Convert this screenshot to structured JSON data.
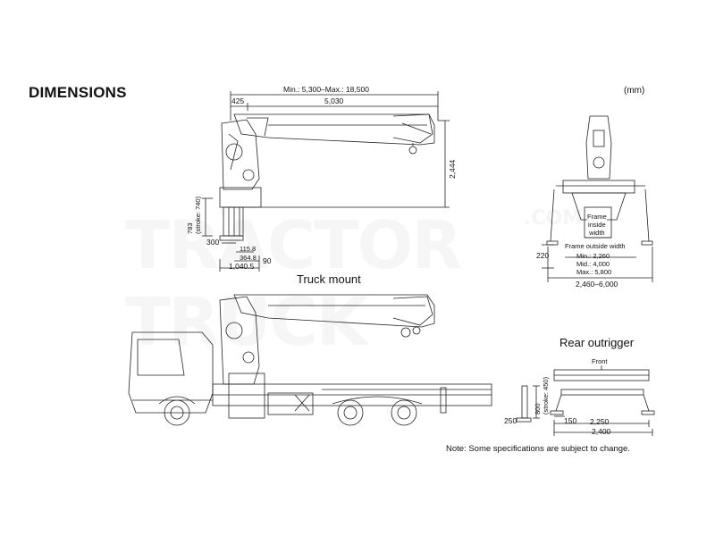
{
  "heading": "DIMENSIONS",
  "unit": "(mm)",
  "watermark": {
    "main": "TRACTOR TRUCK",
    "suffix": ".COM"
  },
  "side_view": {
    "overall_length": "Min.: 5,300–Max.: 18,500",
    "offset": "425",
    "boom_length": "5,030",
    "height": "2,444",
    "stroke": "783\n(stroke: 740)",
    "base_300": "300",
    "d_115": "115.8",
    "d_364": "364.8",
    "d_90": "90",
    "d_1040": "1,040.5"
  },
  "rear_view": {
    "frame_inside": "Frame\ninside\nwidth",
    "frame_outside": "Frame outside width",
    "min": "Min.: 2,260",
    "mid": "Mid.: 4,000",
    "max": "Max.: 5,800",
    "ground": "220",
    "span": "2,460–6,000"
  },
  "truck_mount_caption": "Truck mount",
  "rear_outrigger": {
    "caption": "Rear outrigger",
    "front": "Front",
    "stroke": "800\n(stroke: 450)",
    "pad": "250",
    "d_150": "150",
    "w_2250": "2,250",
    "w_2400": "2,400"
  },
  "note": "Note: Some specifications are subject to change.",
  "colors": {
    "ink": "#111111",
    "line": "#222222",
    "watermark": "#e9e9e9"
  }
}
